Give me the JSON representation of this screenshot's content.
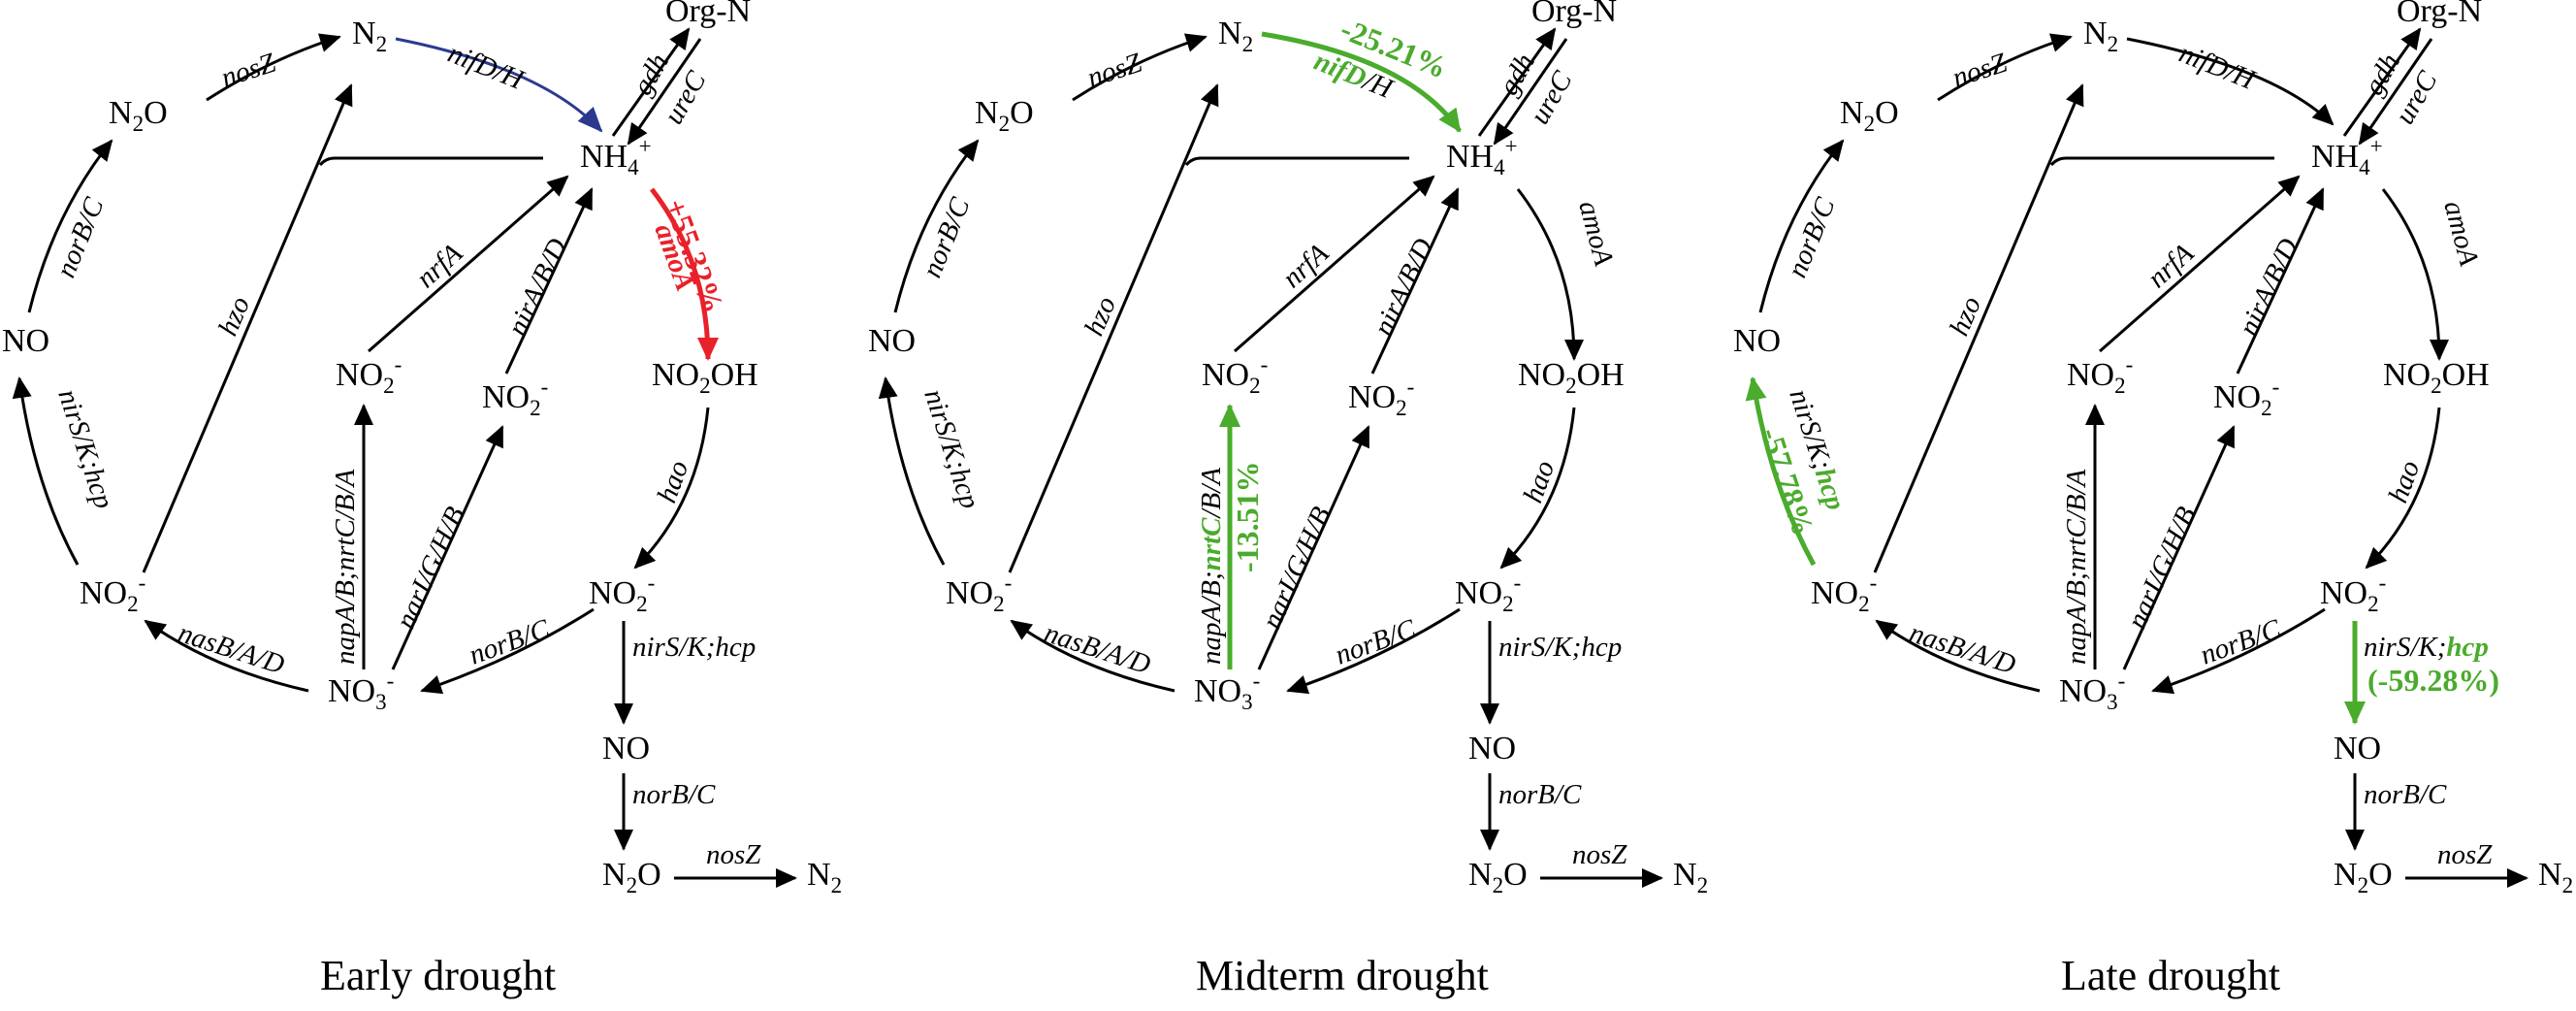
{
  "colors": {
    "increase": "#e8212a",
    "decrease": "#4aab2c",
    "nifArrow": "#2b3a8f",
    "default": "#000000"
  },
  "nodes": {
    "n2_top": "N",
    "n2_sub": "2",
    "org_n": "Org-N",
    "nh4": "NH",
    "nh4_sub": "4",
    "nh4_sup": "+",
    "n2o_left": "N",
    "n2o_left_sub": "2",
    "n2o_left_o": "O",
    "no_left": "NO",
    "no2_left": "NO",
    "no2_left_sub": "2",
    "no2_left_sup": "-",
    "no2_mid": "NO",
    "no2_mid_sub": "2",
    "no2_mid_sup": "-",
    "no2_mid2": "NO",
    "no2_mid2_sub": "2",
    "no2_mid2_sup": "-",
    "no3": "NO",
    "no3_sub": "3",
    "no3_sup": "-",
    "no2oh": "NO",
    "no2oh_sub": "2",
    "no2oh_oh": "OH",
    "no2_right": "NO",
    "no2_right_sub": "2",
    "no2_right_sup": "-",
    "no_bottom": "NO",
    "n2o_bottom": "N",
    "n2o_bottom_sub": "2",
    "n2o_bottom_o": "O",
    "n2_bottom": "N",
    "n2_bottom_sub": "2"
  },
  "genes": {
    "nosZ": "nosZ",
    "nifDH": "nifD/H",
    "gdh": "gdh",
    "ureC": "ureC",
    "norBC": "norB/C",
    "hzo": "hzo",
    "nrfA": "nrfA",
    "nirABD": "nirA/B/D",
    "amoA": "amoA",
    "nirSKhcp": "nirS/K;hcp",
    "napAB": "napA/B;nrtC/B/A",
    "narIGHB": "narI/G/H/B",
    "hao": "hao",
    "nasBAD": "nasB/A/D",
    "nirSK_prefix": "nirS/K;",
    "hcp": "hcp",
    "nif_bold": "nifD",
    "nif_rest": "/H",
    "napAB_prefix": "napA/B;",
    "nrtC": "nrtC",
    "napAB_suffix": "/B/A"
  },
  "panels": [
    {
      "title": "Early drought",
      "change": {
        "gene": "amoA",
        "value": "+55.32%"
      }
    },
    {
      "title": "Midterm drought",
      "changes": [
        {
          "gene": "nifD/H",
          "value": "-25.21%"
        },
        {
          "gene": "nrtC",
          "value": "-13.51%"
        }
      ]
    },
    {
      "title": "Late drought",
      "changes": [
        {
          "gene": "hcp",
          "value": "-57.78%"
        },
        {
          "gene": "hcp",
          "value": "(-59.28%)"
        }
      ]
    }
  ]
}
